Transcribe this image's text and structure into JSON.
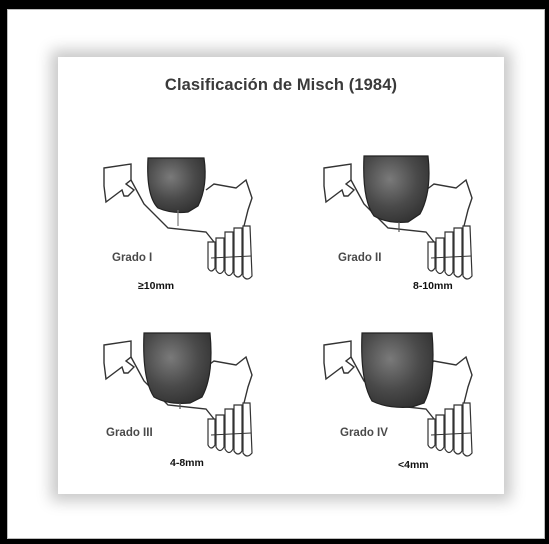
{
  "title": "Clasificación de Misch (1984)",
  "panels": [
    {
      "grade": "Grado I",
      "measure": "≥10mm"
    },
    {
      "grade": "Grado II",
      "measure": "8-10mm"
    },
    {
      "grade": "Grado III",
      "measure": "4-8mm"
    },
    {
      "grade": "Grado IV",
      "measure": "<4mm"
    }
  ],
  "colors": {
    "frame": "#000000",
    "sinus_dark": "#3c3c3c",
    "sinus_light": "#8a8a8a",
    "line": "#555555"
  }
}
